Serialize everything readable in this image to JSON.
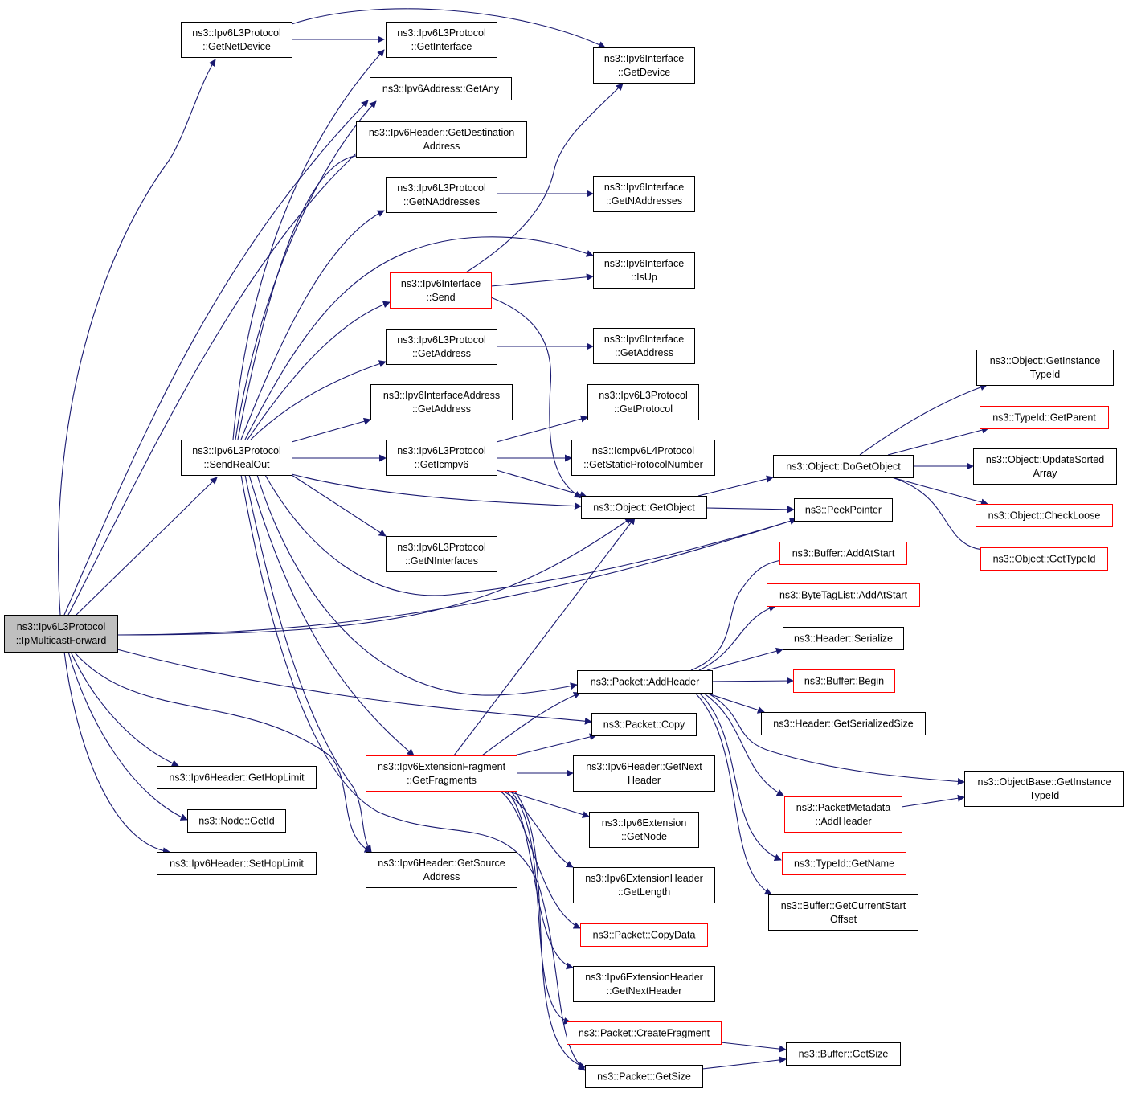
{
  "colors": {
    "edge": "#191970",
    "node_border": "#000000",
    "node_border_truncated": "#ff0000",
    "root_fill": "#bfbfbf",
    "node_fill": "#ffffff"
  },
  "nodes": [
    {
      "id": "root",
      "lines": [
        "ns3::Ipv6L3Protocol",
        "::IpMulticastForward"
      ],
      "kind": "root"
    },
    {
      "id": "getNetDevice",
      "lines": [
        "ns3::Ipv6L3Protocol",
        "::GetNetDevice"
      ],
      "kind": "normal"
    },
    {
      "id": "sendRealOut",
      "lines": [
        "ns3::Ipv6L3Protocol",
        "::SendRealOut"
      ],
      "kind": "normal"
    },
    {
      "id": "hdrGetHopLimit",
      "lines": [
        "ns3::Ipv6Header::GetHopLimit"
      ],
      "kind": "normal"
    },
    {
      "id": "nodeGetId",
      "lines": [
        "ns3::Node::GetId"
      ],
      "kind": "normal"
    },
    {
      "id": "hdrSetHopLimit",
      "lines": [
        "ns3::Ipv6Header::SetHopLimit"
      ],
      "kind": "normal"
    },
    {
      "id": "l3GetInterface",
      "lines": [
        "ns3::Ipv6L3Protocol",
        "::GetInterface"
      ],
      "kind": "normal"
    },
    {
      "id": "addrGetAny",
      "lines": [
        "ns3::Ipv6Address::GetAny"
      ],
      "kind": "normal"
    },
    {
      "id": "hdrGetDest",
      "lines": [
        "ns3::Ipv6Header::GetDestination",
        "Address"
      ],
      "kind": "normal"
    },
    {
      "id": "l3GetNAddr",
      "lines": [
        "ns3::Ipv6L3Protocol",
        "::GetNAddresses"
      ],
      "kind": "normal"
    },
    {
      "id": "ifSend",
      "lines": [
        "ns3::Ipv6Interface",
        "::Send"
      ],
      "kind": "truncated"
    },
    {
      "id": "l3GetAddress",
      "lines": [
        "ns3::Ipv6L3Protocol",
        "::GetAddress"
      ],
      "kind": "normal"
    },
    {
      "id": "ifaGetAddress",
      "lines": [
        "ns3::Ipv6InterfaceAddress",
        "::GetAddress"
      ],
      "kind": "normal"
    },
    {
      "id": "l3GetIcmpv6",
      "lines": [
        "ns3::Ipv6L3Protocol",
        "::GetIcmpv6"
      ],
      "kind": "normal"
    },
    {
      "id": "l3GetNIf",
      "lines": [
        "ns3::Ipv6L3Protocol",
        "::GetNInterfaces"
      ],
      "kind": "normal"
    },
    {
      "id": "extFragGet",
      "lines": [
        "ns3::Ipv6ExtensionFragment",
        "::GetFragments"
      ],
      "kind": "truncated"
    },
    {
      "id": "hdrGetSource",
      "lines": [
        "ns3::Ipv6Header::GetSource",
        "Address"
      ],
      "kind": "normal"
    },
    {
      "id": "ifGetDevice",
      "lines": [
        "ns3::Ipv6Interface",
        "::GetDevice"
      ],
      "kind": "normal"
    },
    {
      "id": "ifGetNAddr",
      "lines": [
        "ns3::Ipv6Interface",
        "::GetNAddresses"
      ],
      "kind": "normal"
    },
    {
      "id": "ifIsUp",
      "lines": [
        "ns3::Ipv6Interface",
        "::IsUp"
      ],
      "kind": "normal"
    },
    {
      "id": "ifGetAddress",
      "lines": [
        "ns3::Ipv6Interface",
        "::GetAddress"
      ],
      "kind": "normal"
    },
    {
      "id": "l3GetProtocol",
      "lines": [
        "ns3::Ipv6L3Protocol",
        "::GetProtocol"
      ],
      "kind": "normal"
    },
    {
      "id": "icmpStatic",
      "lines": [
        "ns3::Icmpv6L4Protocol",
        "::GetStaticProtocolNumber"
      ],
      "kind": "normal"
    },
    {
      "id": "objGetObject",
      "lines": [
        "ns3::Object::GetObject"
      ],
      "kind": "normal"
    },
    {
      "id": "pktAddHeader",
      "lines": [
        "ns3::Packet::AddHeader"
      ],
      "kind": "normal"
    },
    {
      "id": "pktCopy",
      "lines": [
        "ns3::Packet::Copy"
      ],
      "kind": "normal"
    },
    {
      "id": "hdrGetNext",
      "lines": [
        "ns3::Ipv6Header::GetNext",
        "Header"
      ],
      "kind": "normal"
    },
    {
      "id": "extGetNode",
      "lines": [
        "ns3::Ipv6Extension",
        "::GetNode"
      ],
      "kind": "normal"
    },
    {
      "id": "extHdrLen",
      "lines": [
        "ns3::Ipv6ExtensionHeader",
        "::GetLength"
      ],
      "kind": "normal"
    },
    {
      "id": "pktCopyData",
      "lines": [
        "ns3::Packet::CopyData"
      ],
      "kind": "truncated"
    },
    {
      "id": "extHdrNext",
      "lines": [
        "ns3::Ipv6ExtensionHeader",
        "::GetNextHeader"
      ],
      "kind": "normal"
    },
    {
      "id": "pktCreateFrag",
      "lines": [
        "ns3::Packet::CreateFragment"
      ],
      "kind": "truncated"
    },
    {
      "id": "pktGetSize",
      "lines": [
        "ns3::Packet::GetSize"
      ],
      "kind": "normal"
    },
    {
      "id": "objDoGetObject",
      "lines": [
        "ns3::Object::DoGetObject"
      ],
      "kind": "normal"
    },
    {
      "id": "peekPointer",
      "lines": [
        "ns3::PeekPointer"
      ],
      "kind": "normal"
    },
    {
      "id": "bufAddAtStart",
      "lines": [
        "ns3::Buffer::AddAtStart"
      ],
      "kind": "truncated"
    },
    {
      "id": "btlAddAtStart",
      "lines": [
        "ns3::ByteTagList::AddAtStart"
      ],
      "kind": "truncated"
    },
    {
      "id": "hdrSerialize",
      "lines": [
        "ns3::Header::Serialize"
      ],
      "kind": "normal"
    },
    {
      "id": "bufBegin",
      "lines": [
        "ns3::Buffer::Begin"
      ],
      "kind": "truncated"
    },
    {
      "id": "hdrGetSerSize",
      "lines": [
        "ns3::Header::GetSerializedSize"
      ],
      "kind": "normal"
    },
    {
      "id": "pmAddHeader",
      "lines": [
        "ns3::PacketMetadata",
        "::AddHeader"
      ],
      "kind": "truncated"
    },
    {
      "id": "tidGetName",
      "lines": [
        "ns3::TypeId::GetName"
      ],
      "kind": "truncated"
    },
    {
      "id": "bufCurStart",
      "lines": [
        "ns3::Buffer::GetCurrentStart",
        "Offset"
      ],
      "kind": "normal"
    },
    {
      "id": "bufGetSize",
      "lines": [
        "ns3::Buffer::GetSize"
      ],
      "kind": "normal"
    },
    {
      "id": "objGetInstTid",
      "lines": [
        "ns3::Object::GetInstance",
        "TypeId"
      ],
      "kind": "normal"
    },
    {
      "id": "tidGetParent",
      "lines": [
        "ns3::TypeId::GetParent"
      ],
      "kind": "truncated"
    },
    {
      "id": "objUpdSorted",
      "lines": [
        "ns3::Object::UpdateSorted",
        "Array"
      ],
      "kind": "normal"
    },
    {
      "id": "objCheckLoose",
      "lines": [
        "ns3::Object::CheckLoose"
      ],
      "kind": "truncated"
    },
    {
      "id": "objGetTypeId",
      "lines": [
        "ns3::Object::GetTypeId"
      ],
      "kind": "truncated"
    },
    {
      "id": "objBaseGetInst",
      "lines": [
        "ns3::ObjectBase::GetInstance",
        "TypeId"
      ],
      "kind": "normal"
    }
  ]
}
